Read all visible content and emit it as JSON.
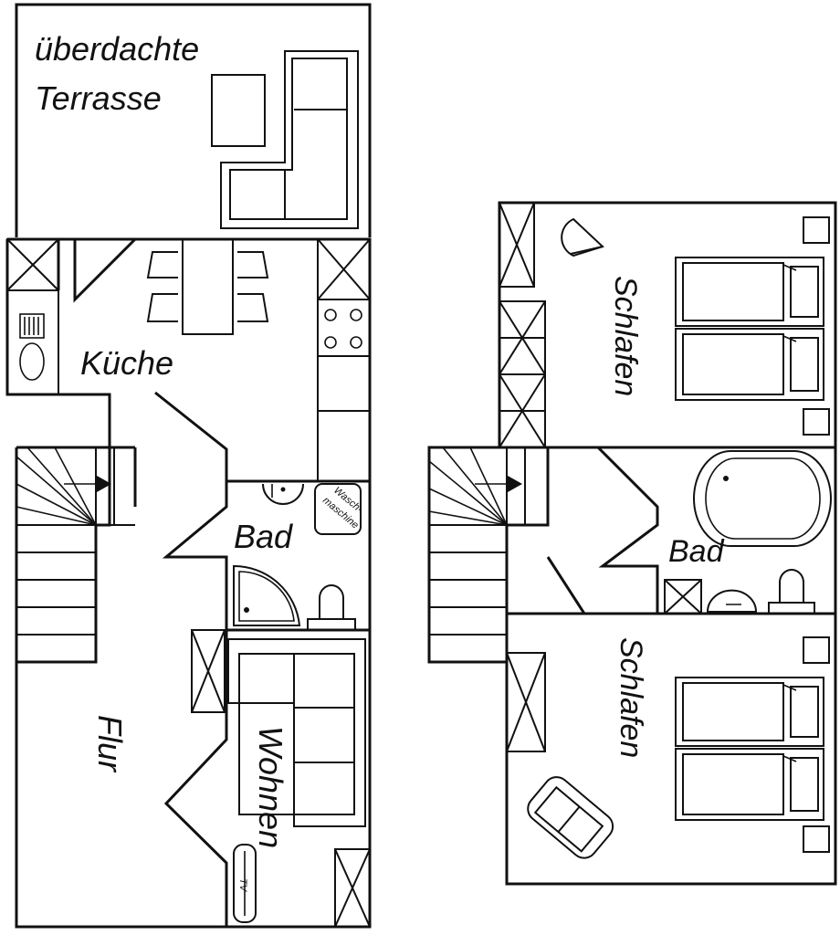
{
  "rooms": {
    "terrace": {
      "line1": "überdachte",
      "line2": "Terrasse"
    },
    "kitchen": "Küche",
    "bath_ground": "Bad",
    "hall": "Flur",
    "living": "Wohnen",
    "bedroom_top": "Schlafen",
    "bath_upper": "Bad",
    "bedroom_bottom": "Schlafen"
  },
  "fixtures": {
    "washer": {
      "line1": "Wasch-",
      "line2": "maschine"
    },
    "radiator_label": "TV"
  }
}
